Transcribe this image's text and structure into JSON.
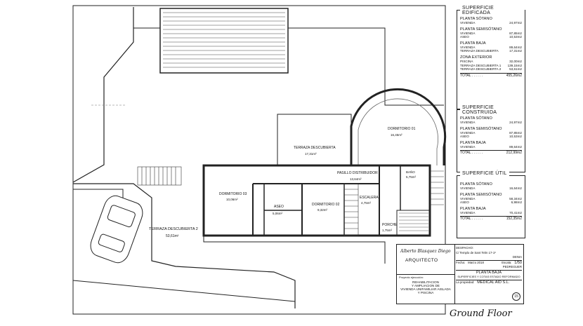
{
  "rooms": {
    "dormitorio_01": {
      "name": "DORMITORIO 01",
      "area": "16,45m²"
    },
    "terraza_descubierta": {
      "name": "TERRAZA DESCUBIERTA",
      "area": "17,31m²"
    },
    "pasillo": {
      "name": "PASILLO DISTRIBUIDOR",
      "area": "13,64m²"
    },
    "dormitorio_03": {
      "name": "DORMITORIO 03",
      "area": "10,06m²"
    },
    "aseo": {
      "name": "ASEO",
      "area": "5,06m²"
    },
    "dormitorio_02": {
      "name": "DORMITORIO 02",
      "area": "9,32m²"
    },
    "escalera": {
      "name": "ESCALERA",
      "area": "4,75m²"
    },
    "porche": {
      "name": "PORCHE",
      "area": "1,75m²"
    },
    "terraza_descubierta_2": {
      "name": "TERRAZA DESCUBIERTA 2",
      "area": "53,61m²"
    },
    "bano": {
      "name": "BAÑO",
      "area": "5,75m²"
    }
  },
  "superficie_edificada": {
    "title": "SUPERFICIE EDIFICADA",
    "groups": [
      {
        "name": "PLANTA SÓTANO",
        "rows": [
          {
            "label": "VIVIENDA",
            "value": "24,97m2"
          }
        ]
      },
      {
        "name": "PLANTA SEMISÓTANO",
        "rows": [
          {
            "label": "VIVIENDA",
            "value": "87,85m2"
          },
          {
            "label": "ASEO",
            "value": "10,53m2"
          }
        ]
      },
      {
        "name": "PLANTA BAJA",
        "rows": [
          {
            "label": "VIVIENDA",
            "value": "89,64m2"
          },
          {
            "label": "TERRAZA DESCUBIERTA",
            "value": "17,31m2"
          }
        ]
      },
      {
        "name": "ZONA EXTERIOR",
        "rows": [
          {
            "label": "PISCINA",
            "value": "32,00m2"
          },
          {
            "label": "TERRAZA DESCUBIERTA 1",
            "value": "139,15m2"
          },
          {
            "label": "TERRAZA DESCUBIERTA 2",
            "value": "53,61m2"
          }
        ]
      }
    ],
    "total_label": "TOTAL . . . . . .",
    "total_value": "455,26m2"
  },
  "superficie_construida": {
    "title": "SUPERFICIE CONSTRUIDA",
    "groups": [
      {
        "name": "PLANTA SÓTANO",
        "rows": [
          {
            "label": "VIVIENDA",
            "value": "24,97m2"
          }
        ]
      },
      {
        "name": "PLANTA SEMISÓTANO",
        "rows": [
          {
            "label": "VIVIENDA",
            "value": "87,85m2"
          },
          {
            "label": "ASEO",
            "value": "10,53m2"
          }
        ]
      },
      {
        "name": "PLANTA BAJA",
        "rows": [
          {
            "label": "VIVIENDA",
            "value": "89,64m2"
          }
        ]
      }
    ],
    "total_label": "TOTAL . . . . . .",
    "total_value": "212,99m2"
  },
  "superficie_util": {
    "title": "SUPERFICIE ÚTIL",
    "groups": [
      {
        "name": "PLANTA SÓTANO",
        "rows": [
          {
            "label": "VIVIENDA",
            "value": "16,64m2"
          }
        ]
      },
      {
        "name": "PLANTA SEMISÓTANO",
        "rows": [
          {
            "label": "VIVIENDA",
            "value": "58,34m2"
          },
          {
            "label": "ASEO",
            "value": "6,98m2"
          }
        ]
      },
      {
        "name": "PLANTA BAJA",
        "rows": [
          {
            "label": "VIVIENDA",
            "value": "70,41m2"
          }
        ]
      }
    ],
    "total_label": "TOTAL . . . . . .",
    "total_value": "152,35m2"
  },
  "title_block": {
    "architect_name": "Alberto Blasquez Diego",
    "architect_role": "ARQUITECTO",
    "project_label": "Proyecto ejecución:",
    "project_lines": [
      "REHABILITACION",
      "Y AMPLIACION DE",
      "VIVIENDA UNIFAMILIAR AISLADA",
      "Y PISCINA"
    ],
    "despacho_label": "DESPACHO:",
    "despacho_line": "C/ Templo de Sant Telm 17-1º",
    "city": "DENIA",
    "date_label": "Fecha:",
    "date": "Marzo 2018",
    "scale_label": "Escala:",
    "scale": "1/50",
    "location": "PEDREGUER",
    "plan_title": "PLANTA BAJA",
    "plan_subtitle": "SUPERFICIES Y COTAS  ESTADO REFORMADO",
    "owner_label": "La propiedad:",
    "owner": "MEDICAL AID S.L.",
    "sheet_number": "15"
  },
  "caption": "Ground Floor"
}
